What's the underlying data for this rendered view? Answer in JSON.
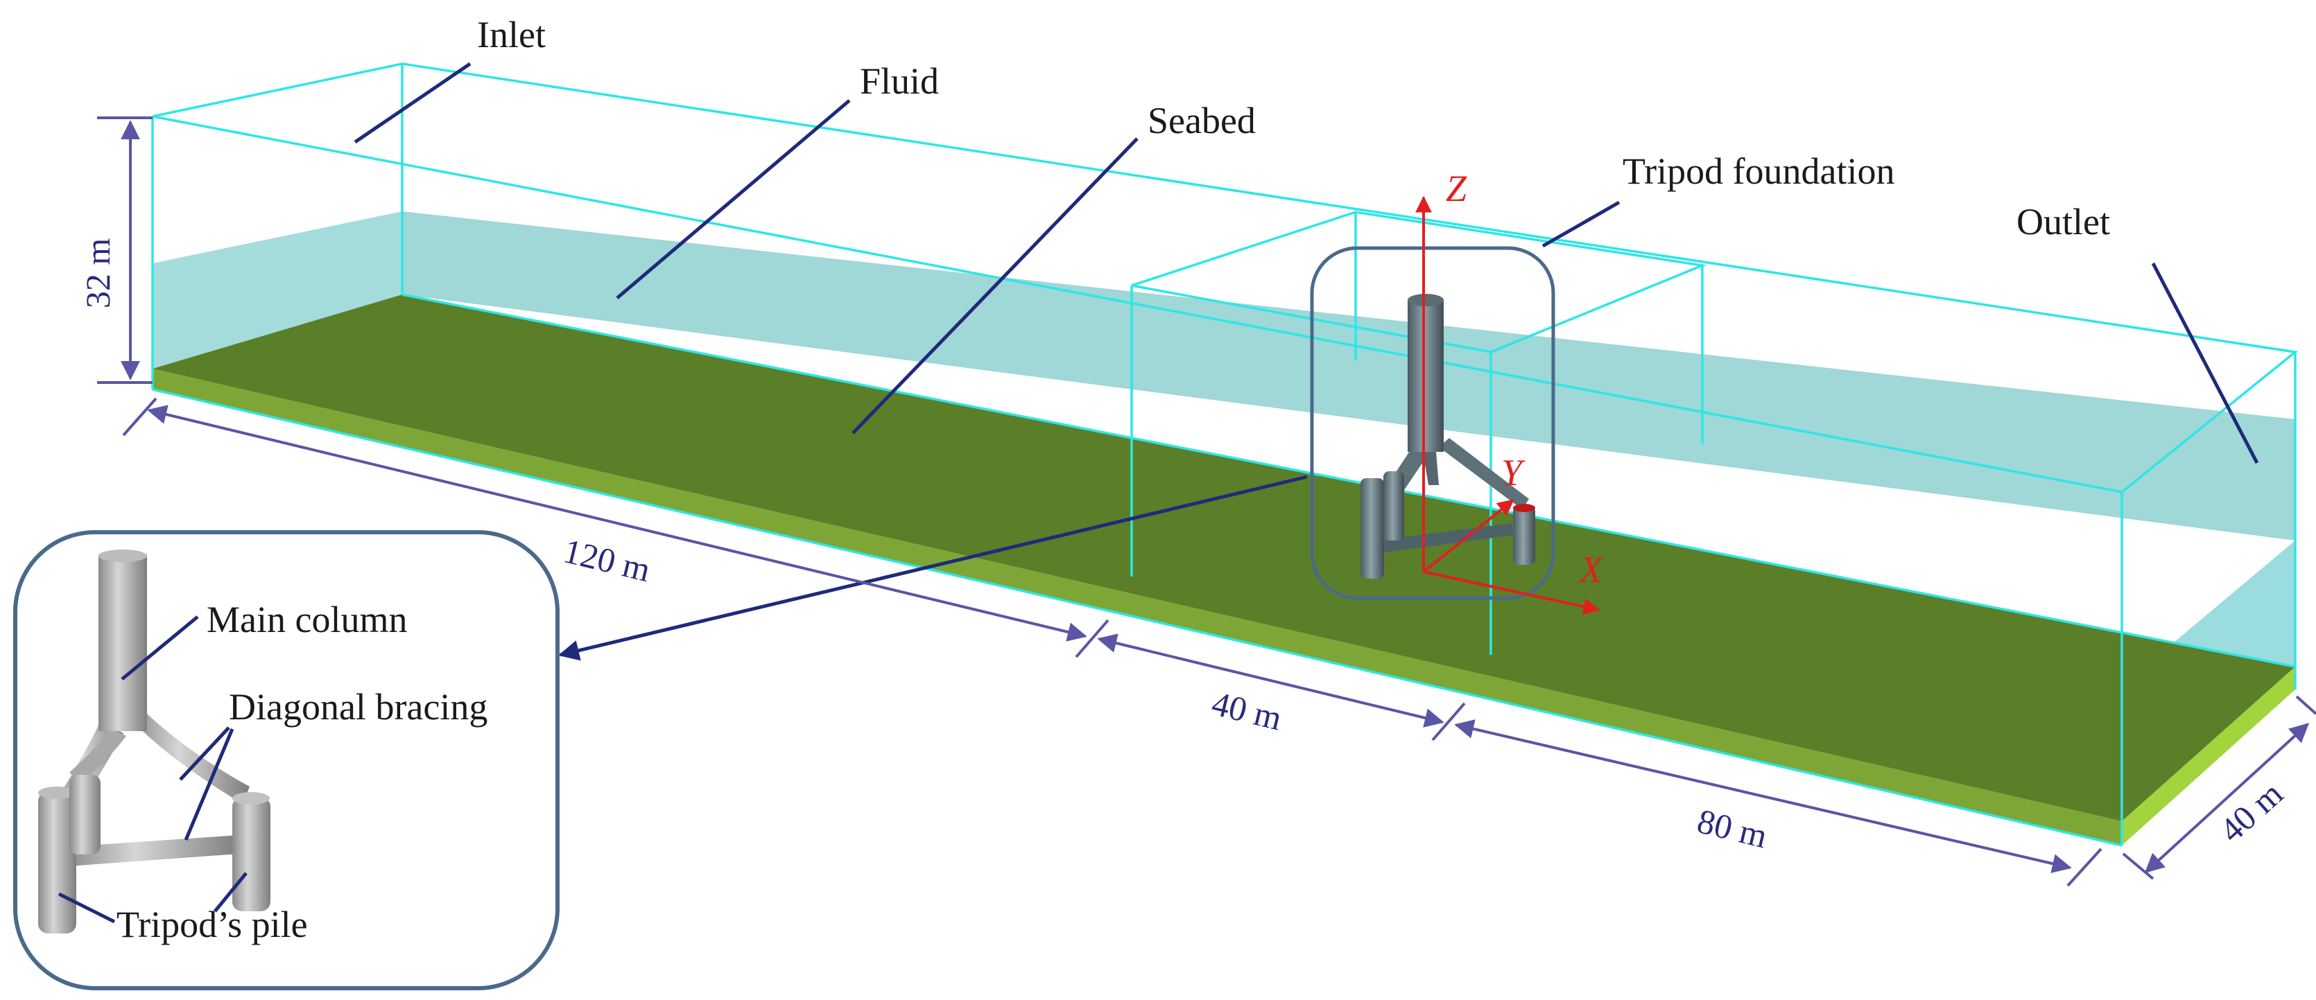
{
  "labels": {
    "inlet": "Inlet",
    "fluid": "Fluid",
    "seabed": "Seabed",
    "tripod_foundation": "Tripod foundation",
    "outlet": "Outlet"
  },
  "dimensions": {
    "height": "32 m",
    "upstream_length": "120 m",
    "middle_length": "40 m",
    "downstream_length": "80 m",
    "width": "40 m"
  },
  "axes": {
    "z": "Z",
    "y": "Y",
    "x": "X"
  },
  "inset": {
    "main_column": "Main column",
    "diagonal_bracing": "Diagonal bracing",
    "tripod_pile": "Tripod’s pile"
  },
  "colors": {
    "domain_edges": "#2ee6e6",
    "fluid": "#7cc8c8",
    "seabed_top": "#5a7f28",
    "seabed_side": "#96c83a",
    "structure": "#6e8088",
    "leader_lines": "#1f2a7a",
    "dimension_lines": "#5a55a5",
    "axes": "#e02020",
    "callout_frame": "#4a6a8a"
  }
}
